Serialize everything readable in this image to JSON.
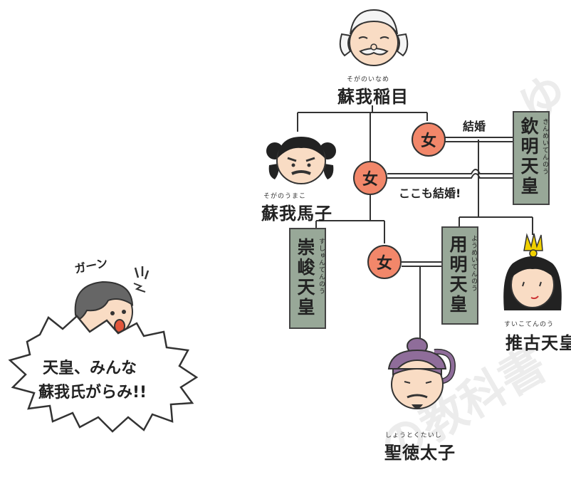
{
  "persons": {
    "iname": {
      "ruby": "そがのいなめ",
      "name": "蘇我稲目"
    },
    "umako": {
      "ruby": "そがのうまこ",
      "name": "蘇我馬子"
    },
    "suiko": {
      "ruby": "すいこてんのう",
      "name": "推古天皇"
    },
    "shotoku": {
      "ruby": "しょうとくたいし",
      "name": "聖徳太子"
    }
  },
  "emperors": {
    "kinmei": {
      "name": "欽明天皇",
      "ruby": "きんめいてんのう"
    },
    "sushun": {
      "name": "崇峻天皇",
      "ruby": "すしゅんてんのう"
    },
    "yomei": {
      "name": "用明天皇",
      "ruby": "ようめいてんのう"
    }
  },
  "woman_label": "女",
  "labels": {
    "marriage": "結婚",
    "also_marriage": "ここも結婚!"
  },
  "speech": {
    "line1": "天皇、みんな",
    "line2": "蘇我氏がらみ!!",
    "sfx": "ガーン"
  },
  "watermark": {
    "text1": "ゆ",
    "text2": "の教科書"
  },
  "colors": {
    "woman_circle": "#f2876a",
    "emperor_box": "#98a898",
    "line": "#333333"
  }
}
